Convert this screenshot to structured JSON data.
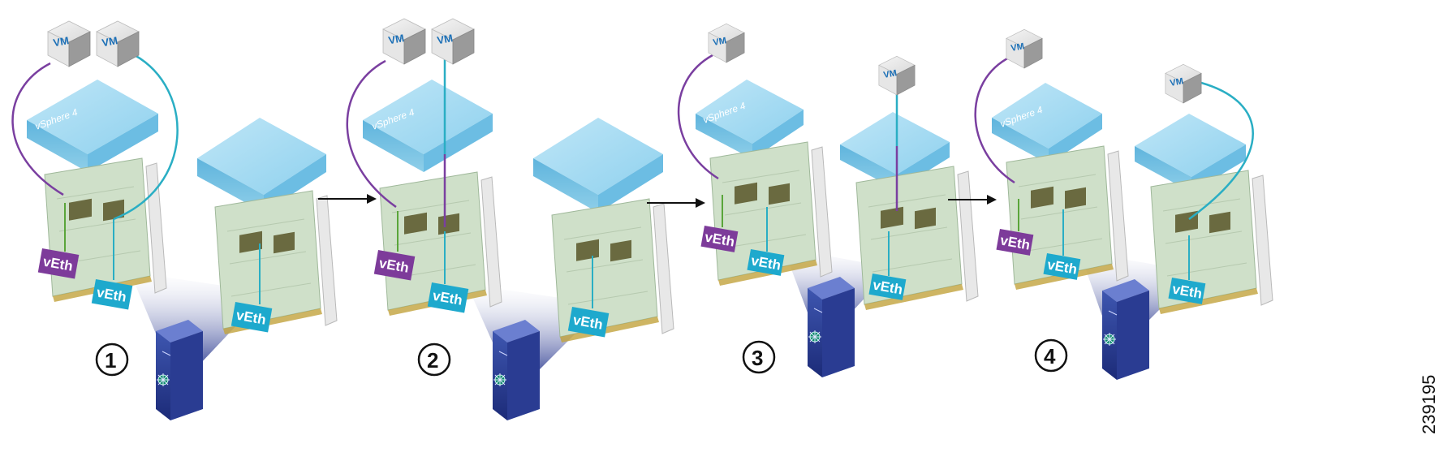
{
  "labels": {
    "vm": "VM",
    "veth": "vEth",
    "host": "vSphere 4"
  },
  "steps": [
    "1",
    "2",
    "3",
    "4"
  ],
  "figure_id": "239195",
  "colors": {
    "purple_link": "#7a3fa0",
    "cyan_link": "#2aaec4",
    "veth_purple": "#7d3b9a",
    "veth_cyan": "#1ea9cd",
    "host_blue": "#7fc8ea",
    "card_green": "#cfe0c9",
    "switch_blue": "#2c3e8f"
  },
  "icons": [
    "vm-cube-icon",
    "hypervisor-slab-icon",
    "network-card-icon",
    "fabric-switch-icon",
    "arrow-right-icon"
  ]
}
